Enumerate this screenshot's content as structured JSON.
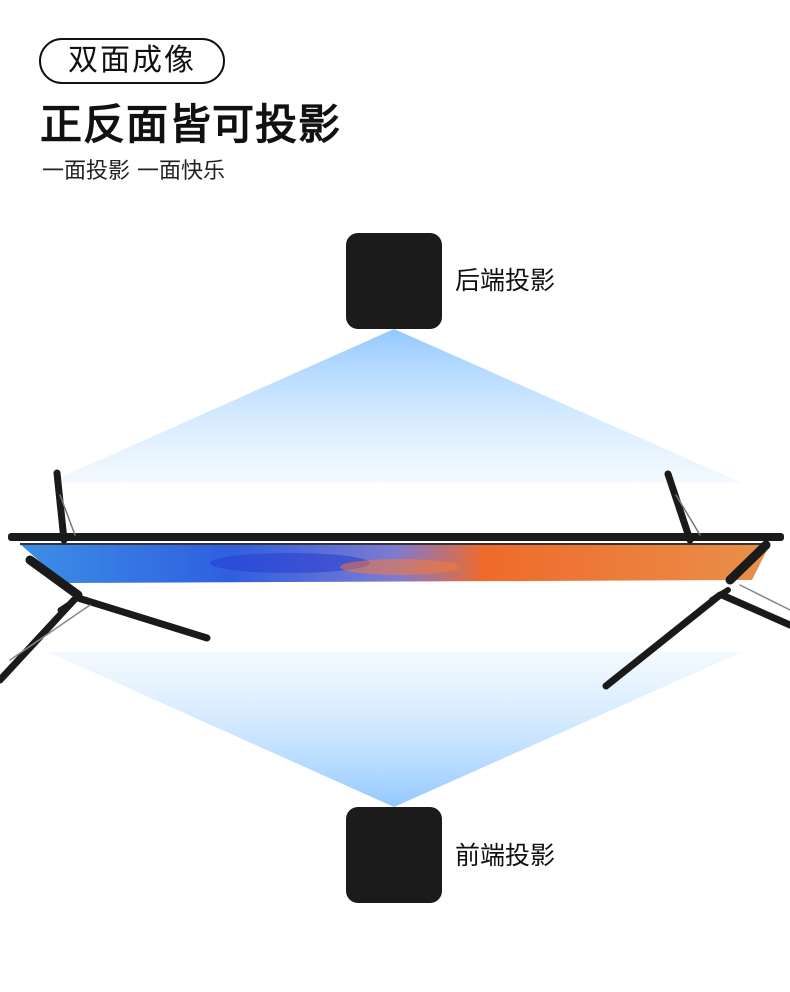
{
  "badge": {
    "label": "双面成像"
  },
  "headline": {
    "title": "正反面皆可投影",
    "subtitle": "一面投影 一面快乐"
  },
  "projectors": {
    "rear": {
      "label": "后端投影"
    },
    "front": {
      "label": "前端投影"
    }
  },
  "colors": {
    "beam": "#9fd0ff",
    "projector": "#1b1b1b",
    "screen_blue": "#2f6fe0",
    "screen_orange": "#e8833a",
    "frame": "#1a1a1a"
  }
}
